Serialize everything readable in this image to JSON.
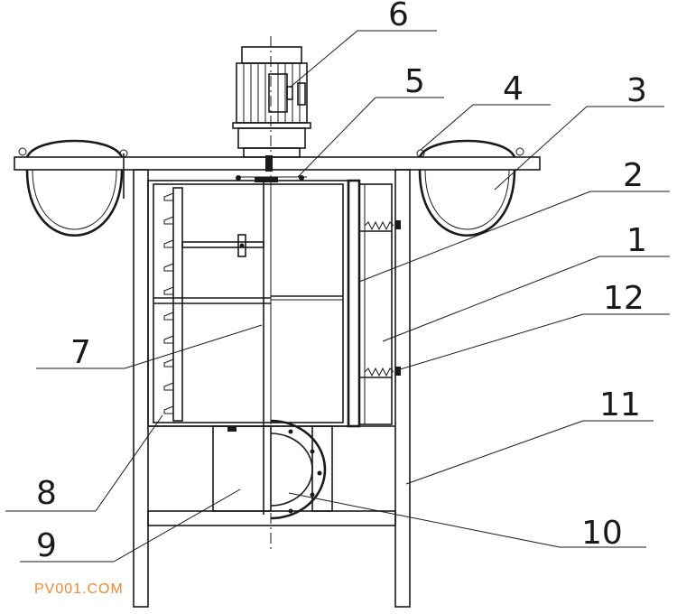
{
  "callouts": [
    {
      "id": "1",
      "text": "1"
    },
    {
      "id": "2",
      "text": "2"
    },
    {
      "id": "3",
      "text": "3"
    },
    {
      "id": "4",
      "text": "4"
    },
    {
      "id": "5",
      "text": "5"
    },
    {
      "id": "6",
      "text": "6"
    },
    {
      "id": "7",
      "text": "7"
    },
    {
      "id": "8",
      "text": "8"
    },
    {
      "id": "9",
      "text": "9"
    },
    {
      "id": "10",
      "text": "10"
    },
    {
      "id": "11",
      "text": "11"
    },
    {
      "id": "12",
      "text": "12"
    }
  ],
  "watermark": {
    "text": "PV001.COM",
    "color": "#f08a2c"
  },
  "colors": {
    "line": "#1a1a1a",
    "background": "#ffffff"
  }
}
